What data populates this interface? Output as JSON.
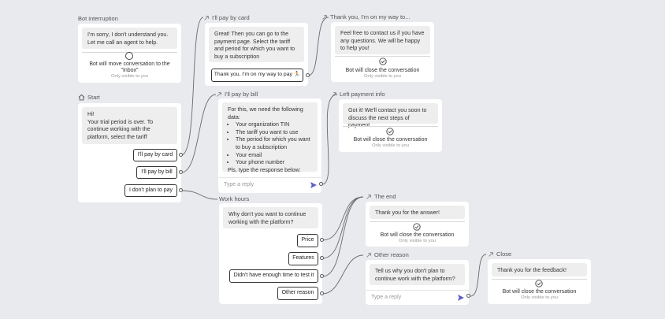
{
  "colors": {
    "background": "#e9eaed",
    "card": "#ffffff",
    "message": "#eeeeee",
    "accent": "#5b5fc7"
  },
  "common": {
    "bot_close": "Bot will close the conversation",
    "only_visible": "Only visible to you",
    "reply_placeholder": "Type a reply"
  },
  "nodes": {
    "bot_interruption": {
      "title": "Bot interruption",
      "message": "I'm sorry, I don't understand you. Let me call an agent to help.",
      "action": "Bot will move conversation to the \"Inbox\"",
      "note": "Only visible to you"
    },
    "start": {
      "title": "Start",
      "message": "Hi!\nYour trial period is over. To continue working with the platform, select the tariff",
      "buttons": [
        "I'll pay by card",
        "I'll pay by bill",
        "I don't plan to pay"
      ]
    },
    "pay_by_card": {
      "title": "I'll pay by card",
      "message": "Great! Then you can go to the payment page. Select the tariff and period for which you want to buy a subscription",
      "button": "Thank you, I'm on my way to pay 🏃"
    },
    "thank_you": {
      "title": "Thank you, I'm on my way to...",
      "message": "Feel free to contact us if you have any questions. We will be happy to help you!"
    },
    "pay_by_bill": {
      "title": "I'll pay by bill",
      "intro": "For this, we need the following data:",
      "items": [
        "Your organization TIN",
        "The tariff you want to use",
        "The period for which you want to buy a subscription",
        "Your email",
        "Your phone number"
      ],
      "outro": "Pls, type the response below:"
    },
    "left_payment_info": {
      "title": "Left payment info",
      "message": "Got it! We'll contact you soon to discuss the next steps of payment."
    },
    "work_hours": {
      "title": "Work hours",
      "message": "Why don't you want to continue working with the platform?",
      "buttons": [
        "Price",
        "Features",
        "Didn't have enough time to test it",
        "Other reason"
      ]
    },
    "the_end": {
      "title": "The end",
      "message": "Thank you for the answer!"
    },
    "other_reason": {
      "title": "Other reason",
      "message": "Tell us why you don't plan to continue work with the platform?"
    },
    "close": {
      "title": "Close",
      "message": "Thank you for the feedback!"
    }
  }
}
